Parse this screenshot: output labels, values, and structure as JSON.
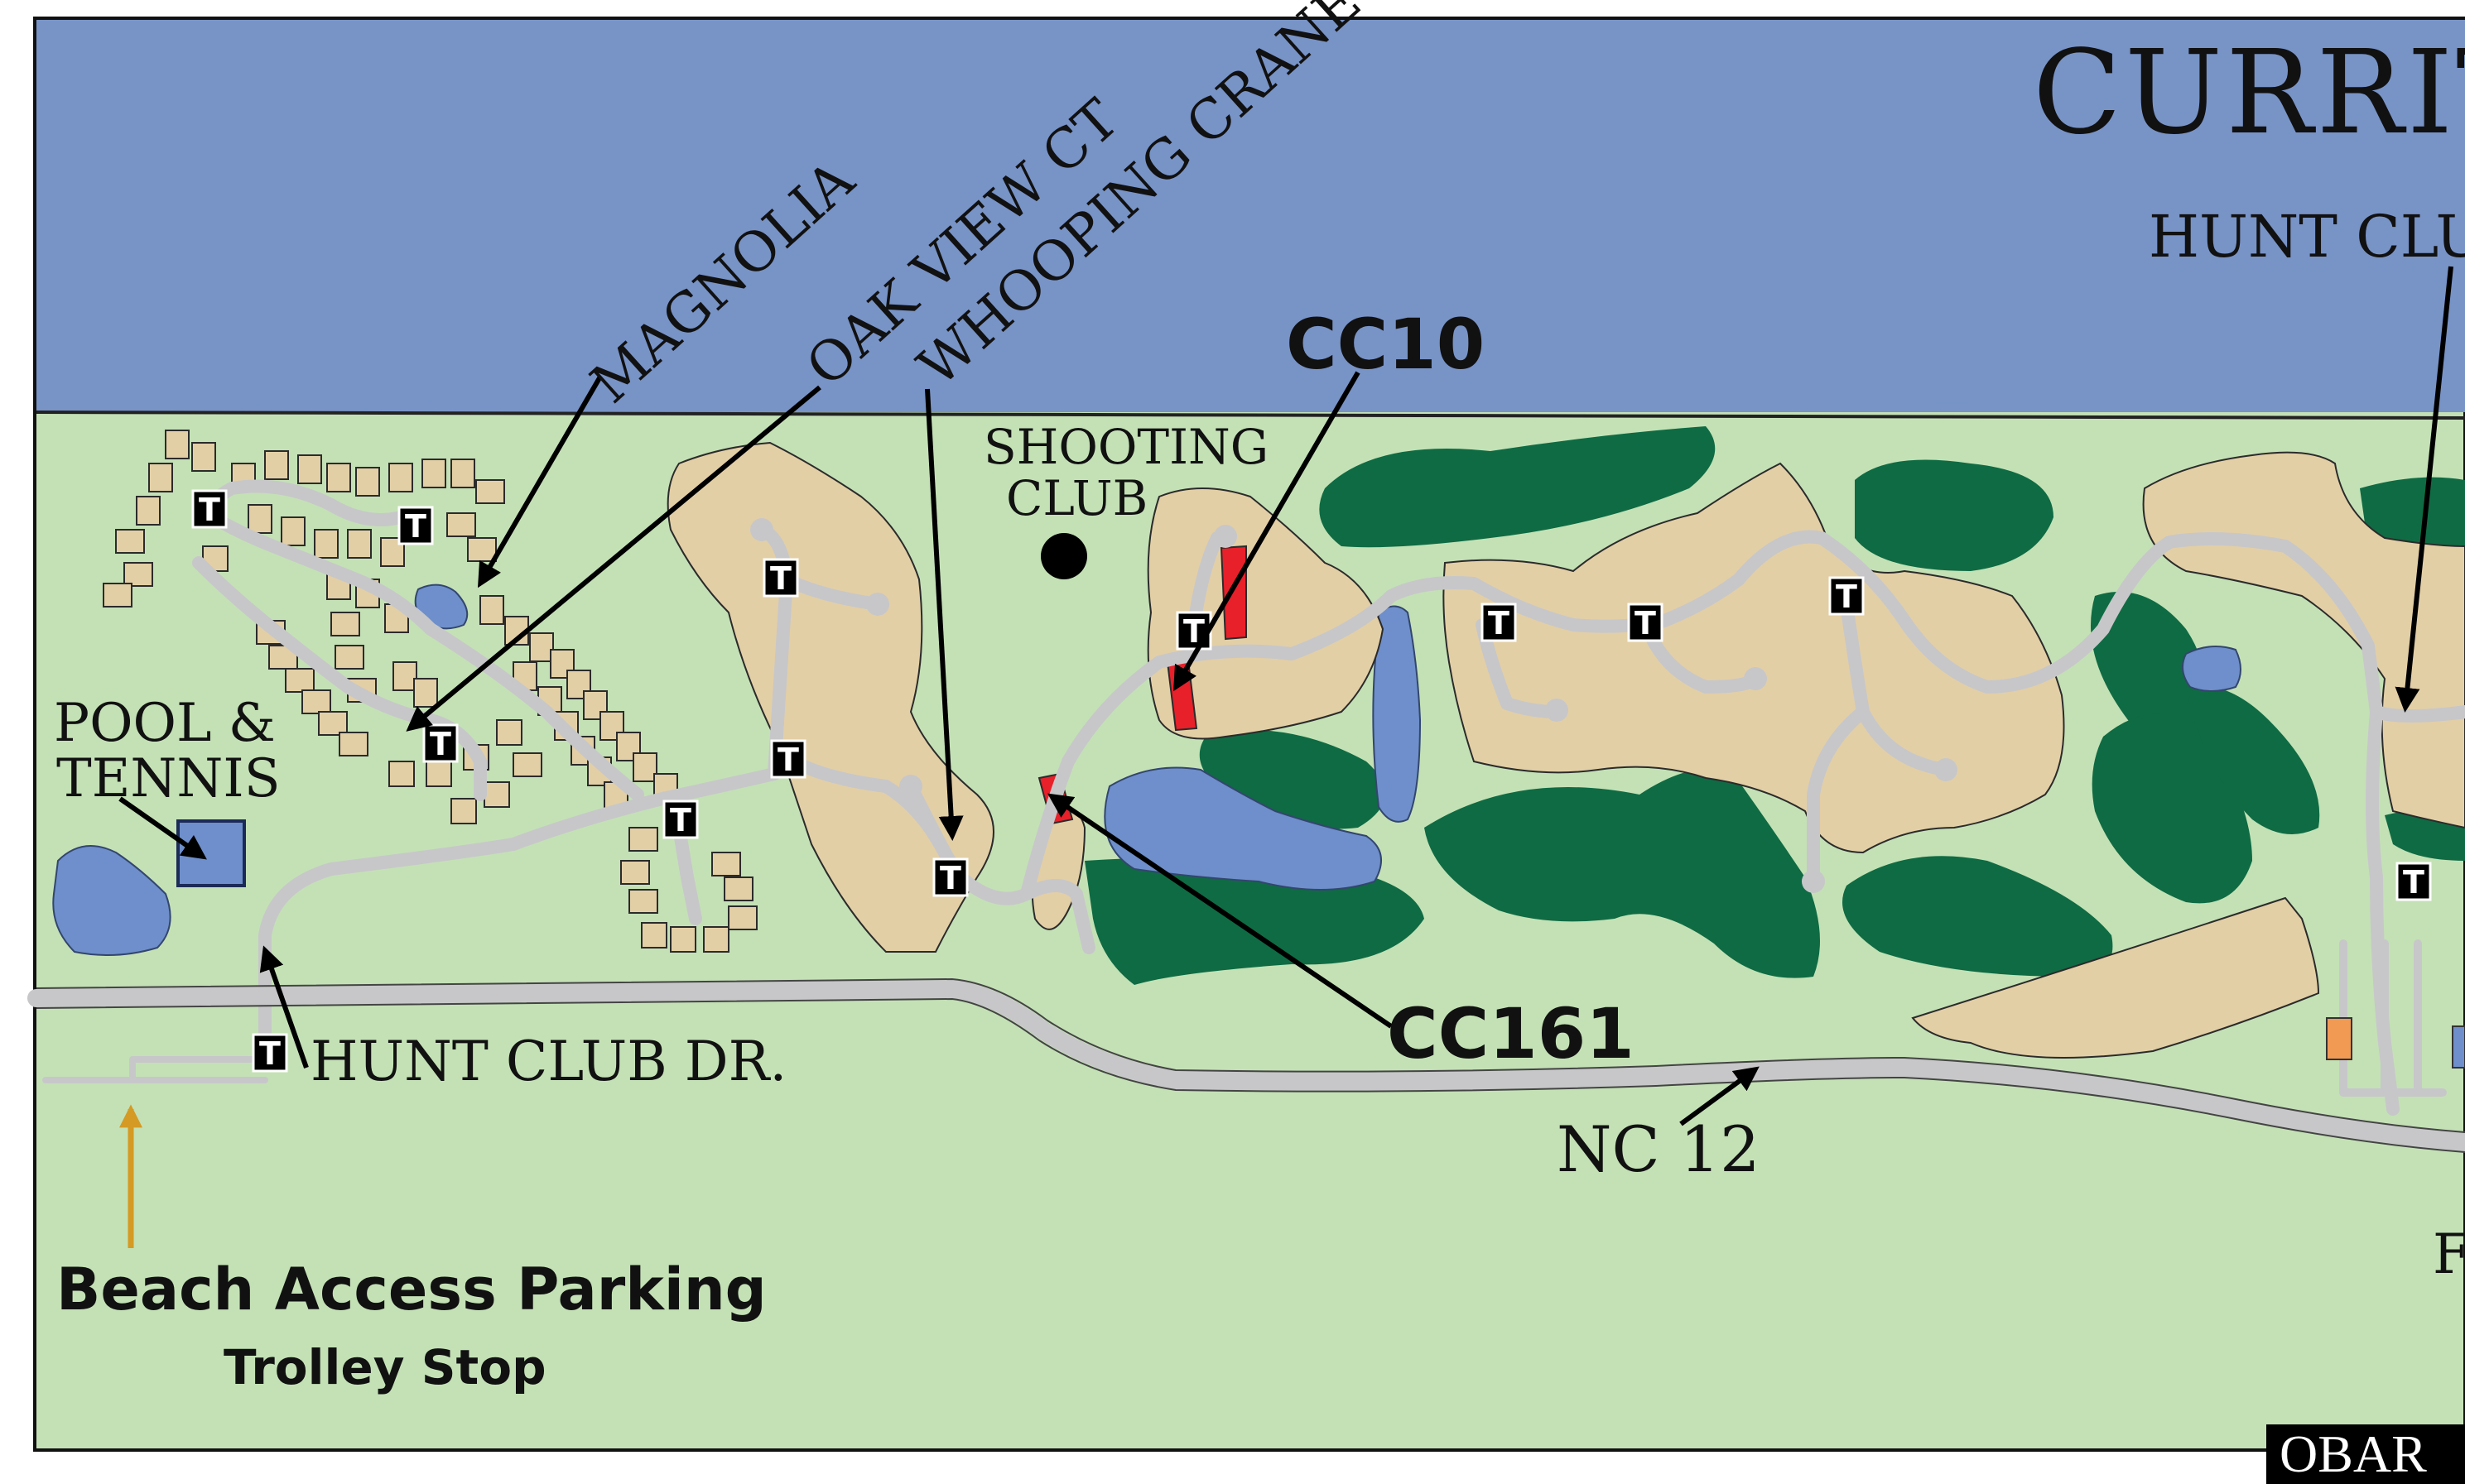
{
  "colors": {
    "water": "#7893c6",
    "land": "#c4e1b6",
    "lots": "#e3cfa6",
    "golf": "#0f6b43",
    "road": "#c7c7c9",
    "highlight": "#e8202a",
    "pond": "#6e8fcb",
    "arrow_beach": "#d49a23",
    "orange_building": "#f19a53"
  },
  "labels": {
    "sound_title": "CURRITU",
    "hunt_club_top": "HUNT CLUB",
    "magnolia": "MAGNOLIA",
    "oak_view": "OAK VIEW CT",
    "whooping_crane": "WHOOPING CRANE",
    "cc10": "CC10",
    "cc161": "CC161",
    "shooting_line1": "SHOOTING",
    "shooting_line2": "CLUB",
    "pool_line1": "POOL &",
    "pool_line2": "TENNIS",
    "hunt_club_dr": "HUNT CLUB DR.",
    "nc12": "NC 12",
    "beach_access": "Beach Access Parking",
    "trolley": "Trolley Stop",
    "edge_fragment": "F",
    "watermark": "OBAR"
  },
  "trolley_marker_letter": "T",
  "icons": [
    "trolley-stop-icon",
    "shooting-club-dot-icon",
    "pointer-arrow-icon"
  ]
}
